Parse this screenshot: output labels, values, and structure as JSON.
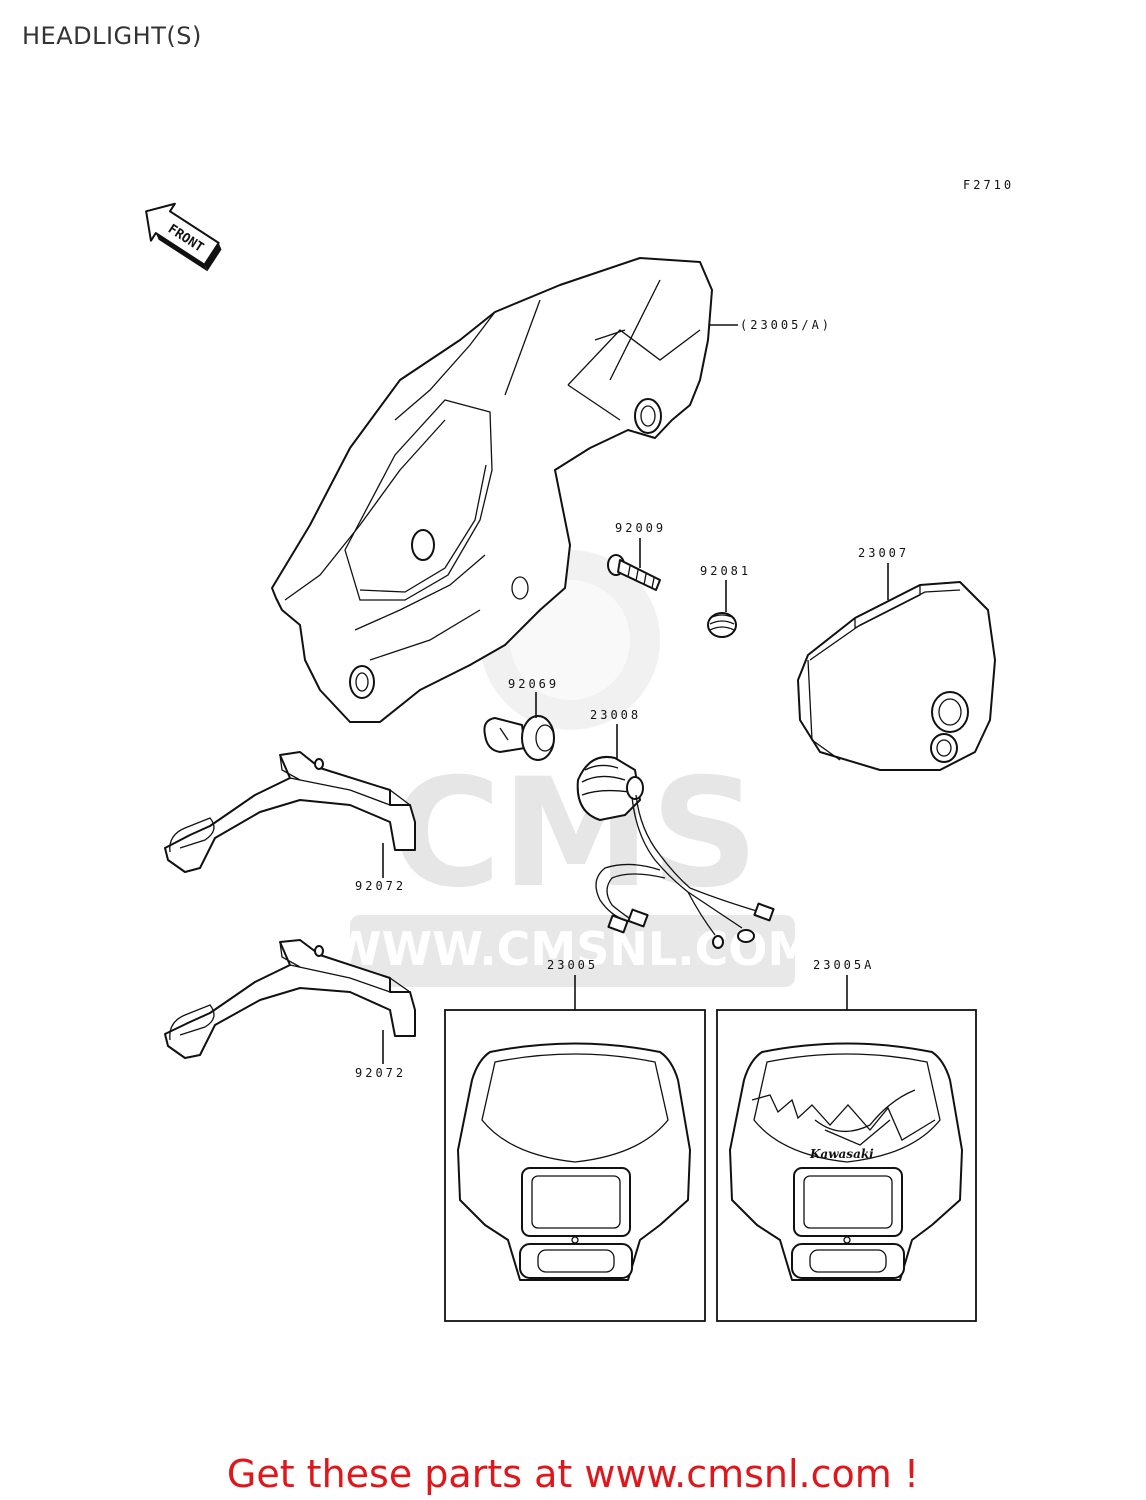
{
  "page": {
    "title": "HEADLIGHT(S)",
    "figure_code": "F2710",
    "front_label": "FRONT",
    "footer": "Get these parts at www.cmsnl.com !"
  },
  "watermark": {
    "brand": "CMS",
    "url": "WWW.CMSNL.COM"
  },
  "logo_text": "Kawasaki",
  "parts": [
    {
      "id": "part-label-23005-a",
      "number": "(23005/A)"
    },
    {
      "id": "part-label-92009",
      "number": "92009"
    },
    {
      "id": "part-label-92081",
      "number": "92081"
    },
    {
      "id": "part-label-23007",
      "number": "23007"
    },
    {
      "id": "part-label-92069",
      "number": "92069"
    },
    {
      "id": "part-label-23008",
      "number": "23008"
    },
    {
      "id": "part-label-92072-upper",
      "number": "92072"
    },
    {
      "id": "part-label-92072-lower",
      "number": "92072"
    },
    {
      "id": "part-label-23005",
      "number": "23005"
    },
    {
      "id": "part-label-23005a",
      "number": "23005A"
    }
  ],
  "colors": {
    "line": "#111111",
    "footer": "#e0161b",
    "watermark": "#e6e6e6",
    "title": "#333333"
  }
}
